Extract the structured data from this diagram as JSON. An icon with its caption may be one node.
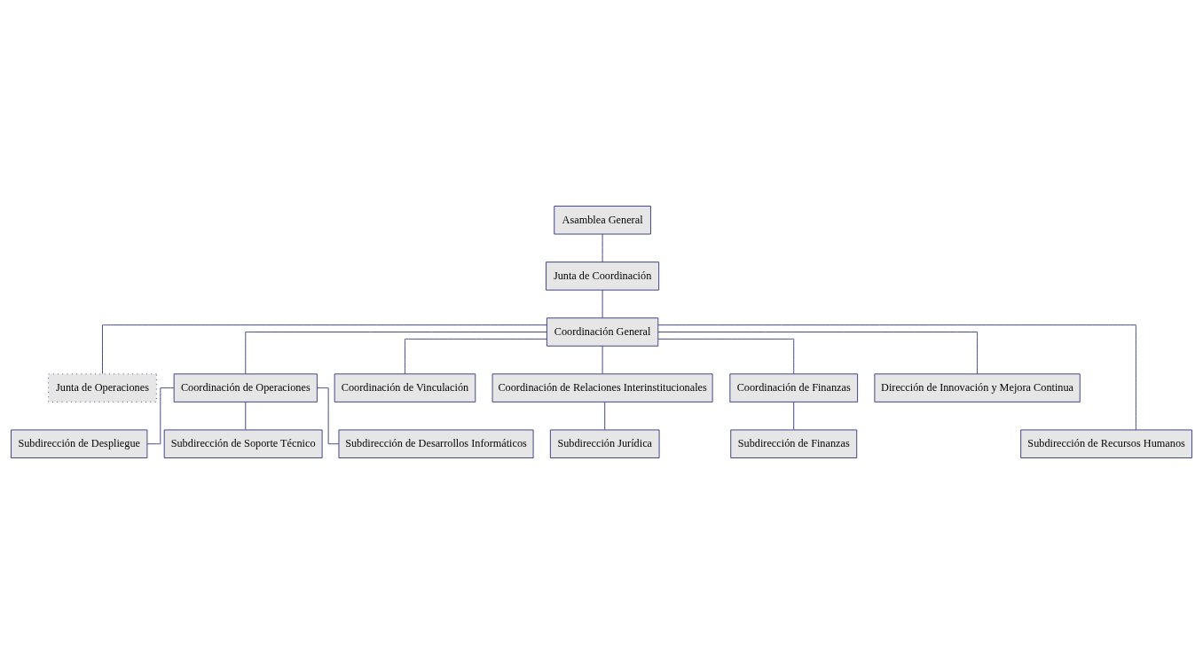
{
  "diagram": {
    "nodes": [
      {
        "text": [
          "Asamblea General"
        ]
      },
      {
        "text": [
          "Junta de Coordinación"
        ]
      },
      {
        "text": [
          "Coordinación General"
        ]
      },
      {
        "text": [
          "Junta de Operaciones"
        ]
      },
      {
        "text": [
          "Coordinación de Operaciones"
        ]
      },
      {
        "text": [
          "Coordinación de Vinculación"
        ]
      },
      {
        "text": [
          "Coordinación de Relaciones Interinstitucionales"
        ]
      },
      {
        "text": [
          "Coordinación de Finanzas"
        ]
      },
      {
        "text": [
          "Dirección de Innovación y Mejora Continua"
        ]
      },
      {
        "text": [
          "Subdirección de Despliegue"
        ]
      },
      {
        "text": [
          "Subdirección de Soporte Técnico"
        ]
      },
      {
        "text": [
          "Subdirección de Desarrollos Informáticos"
        ]
      },
      {
        "text": [
          "Subdirección Jurídica"
        ]
      },
      {
        "text": [
          "Subdirección de Finanzas"
        ]
      },
      {
        "text": [
          "Subdirección de Recursos Humanos"
        ]
      }
    ],
    "edges": [
      {
        "from": 0,
        "to": 1,
        "arrow": "none"
      },
      {
        "from": 1,
        "to": 2,
        "arrow": "none"
      },
      {
        "from": 2,
        "to": 3,
        "arrow": "none"
      },
      {
        "from": 2,
        "to": 4,
        "arrow": "none"
      },
      {
        "from": 2,
        "to": 5,
        "arrow": "none"
      },
      {
        "from": 2,
        "to": 6,
        "arrow": "none"
      },
      {
        "from": 2,
        "to": 7,
        "arrow": "none"
      },
      {
        "from": 2,
        "to": 8,
        "arrow": "none"
      },
      {
        "from": 2,
        "to": 14,
        "arrow": "none"
      },
      {
        "from": 4,
        "to": 9,
        "arrow": "none"
      },
      {
        "from": 4,
        "to": 10,
        "arrow": "none"
      },
      {
        "from": 4,
        "to": 11,
        "arrow": "none"
      },
      {
        "from": 6,
        "to": 12,
        "arrow": "none"
      },
      {
        "from": 7,
        "to": 13,
        "arrow": "none"
      }
    ]
  }
}
